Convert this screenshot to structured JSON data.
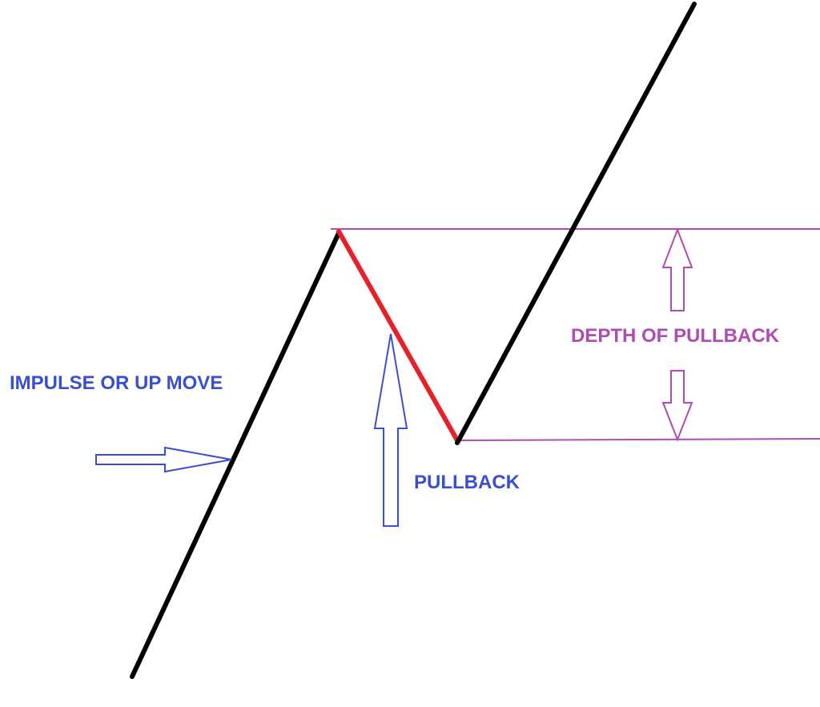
{
  "labels": {
    "impulse": "IMPULSE OR UP MOVE",
    "pullback": "PULLBACK",
    "depth": "DEPTH OF PULLBACK"
  },
  "colors": {
    "price_line": "#000000",
    "pullback_line": "#e8202a",
    "annotation_blue": "#3a4fcf",
    "annotation_purple": "#b04bb4",
    "background": "#ffffff"
  },
  "icons": {
    "impulse_arrow": "arrow-right-outline-icon",
    "pullback_arrow": "arrow-up-outline-icon",
    "depth_arrow_top": "arrow-up-outline-icon",
    "depth_arrow_bottom": "arrow-down-outline-icon"
  }
}
